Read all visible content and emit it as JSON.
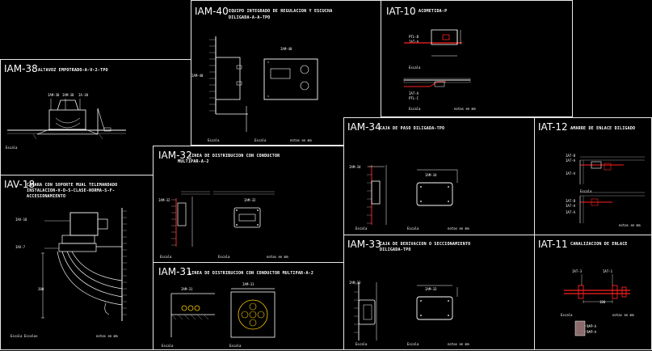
{
  "colors": {
    "background": "#000000",
    "frame": "#e8e8e8",
    "line": "#ffffff",
    "red": "#ff2020",
    "grey": "#9a9a9a",
    "dim": "#8a6a6a"
  },
  "panels": {
    "iam38": {
      "code": "IAM-38",
      "title": "ALTAVOZ EMPOTRADO-A-V-2-TPO",
      "labels": [
        "IAM-38",
        "IAM-38",
        "IA-38"
      ],
      "note": "Escala"
    },
    "iam40": {
      "code": "IAM-40",
      "title_line1": "EQUIPO INTEGRADO DE REGULACION Y ESCUCHA",
      "title_line2": "DILIGADA-A-A-TPO",
      "labels": [
        "IAM-40",
        "IAM-40"
      ],
      "notes": [
        "Escala",
        "Escala",
        "notas en mm"
      ]
    },
    "iat10": {
      "code": "IAT-10",
      "title": "ACOMETIDA-P",
      "labels": [
        "PTL-B",
        "IAT-A",
        "IAT-A",
        "PTL-C",
        "Escala",
        "Escala",
        "notas en mm"
      ]
    },
    "iam32": {
      "code": "IAM-32",
      "title_line1": "LINEA DE DISTRIBUCION CON CONDUCTOR",
      "title_line2": "MULTIPAR-A-2",
      "labels": [
        "IAM-32",
        "IAM-32"
      ],
      "notes": [
        "Escala",
        "Escala",
        "notas en mm"
      ]
    },
    "iam34": {
      "code": "IAM-34",
      "title": "CAJA DE PASO DILIGADA-TPO",
      "labels": [
        "IAM-34",
        "IAM-34"
      ],
      "notes": [
        "Escala",
        "Escala",
        "notas en mm"
      ]
    },
    "iat12": {
      "code": "IAT-12",
      "title": "AMARRE DE ENLACE DILIGADO",
      "labels": [
        "IAT-B",
        "IAT-A",
        "IAT-A",
        "IAT-B",
        "IAT-A",
        "IAT-A"
      ],
      "notes": [
        "Escala",
        "notas en mm"
      ]
    },
    "iav18": {
      "code": "IAV-18",
      "title_lines": [
        "CAMARA CON SOPORTE MUAL TELEMANDADO",
        "INSTALACION-V-D-S-CLASE-NORMA-S-F-",
        "ACCESIONAMIENTO"
      ],
      "labels": [
        "IAV-18",
        "IAV-7"
      ],
      "dim": "200",
      "notes": [
        "Escala Escalas",
        "notas en mm"
      ]
    },
    "iam31": {
      "code": "IAM-31",
      "title": "LINEA DE DISTRIBUCION CON CONDUCTOR MULTIPAR-A-2",
      "labels": [
        "IAM-31",
        "IAM-31"
      ],
      "notes": [
        "Escala",
        "Escala"
      ]
    },
    "iam33": {
      "code": "IAM-33",
      "title_line1": "CAJA DE DERIVACION O SECCIONAMIENTO",
      "title_line2": "DILIGADA-TPO",
      "labels": [
        "IAM-33",
        "IAM-33"
      ],
      "notes": [
        "Escala",
        "Escala",
        "notas en mm"
      ]
    },
    "iat11": {
      "code": "IAT-11",
      "title": "CANALIZACION DE ENLACE",
      "labels": [
        "IAT-3",
        "IAT-1",
        "IAT-A",
        "IAT-A"
      ],
      "dim": "100",
      "notes": [
        "Escala",
        "notas en mm"
      ]
    }
  }
}
